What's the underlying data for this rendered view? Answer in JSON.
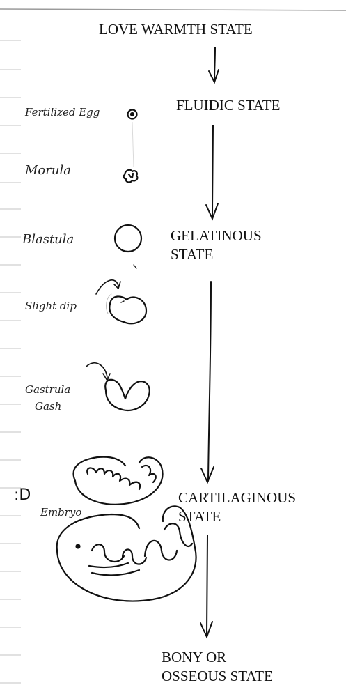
{
  "states": [
    {
      "lines": [
        "LOVE WARMTH STATE"
      ]
    },
    {
      "lines": [
        "FLUIDIC STATE"
      ]
    },
    {
      "lines": [
        "GELATINOUS",
        "STATE"
      ]
    },
    {
      "lines": [
        "CARTILAGINOUS",
        "STATE"
      ]
    },
    {
      "lines": [
        "BONY OR",
        "OSSEOUS STATE"
      ]
    }
  ],
  "stages": [
    {
      "label": [
        "Fertilized Egg"
      ]
    },
    {
      "label": [
        "Morula"
      ]
    },
    {
      "label": [
        "Blastula"
      ]
    },
    {
      "label": [
        "Slight dip"
      ]
    },
    {
      "label": [
        "Gastrula",
        "Gash"
      ]
    },
    {
      "label": [
        "Embryo"
      ]
    }
  ],
  "margin_note": ":D",
  "colors": {
    "ink": "#111111",
    "paper": "#ffffff",
    "rule": "#cfcfcf"
  }
}
